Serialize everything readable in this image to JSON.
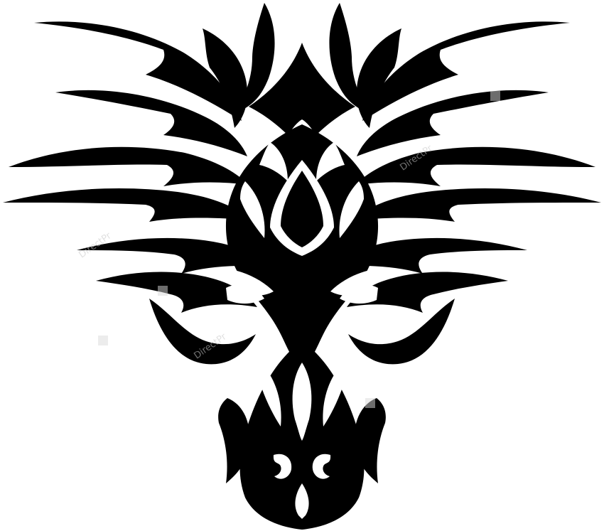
{
  "image": {
    "subject": "dragon-head",
    "style": "tribal",
    "ink_color": "#000000",
    "background_color": "#ffffff"
  },
  "watermark": {
    "text": "DirectPr",
    "color": "#c9c9c9"
  }
}
